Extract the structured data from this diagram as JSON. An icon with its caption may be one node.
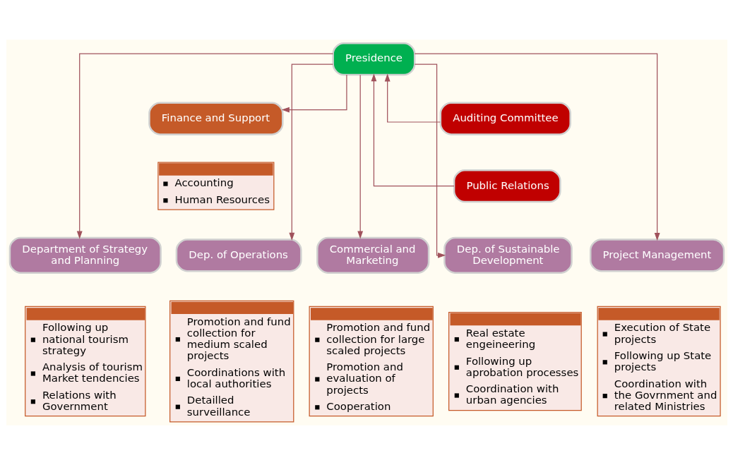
{
  "diagram": {
    "nodes": [
      {
        "text": [
          "Presidence"
        ]
      },
      {
        "text": [
          "Auditing Committee"
        ]
      },
      {
        "text": [
          "Finance and Support"
        ]
      },
      {
        "text": [
          "Public Relations"
        ]
      },
      {
        "text": [
          "Accounting",
          "Human Resources"
        ]
      },
      {
        "text": [
          "Department of Strategy and Planning"
        ]
      },
      {
        "text": [
          "Dep. of Operations"
        ]
      },
      {
        "text": [
          "Dep. of Sustainable Development"
        ]
      },
      {
        "text": [
          "Commercial and Marketing"
        ]
      },
      {
        "text": [
          "Project Management"
        ]
      },
      {
        "text": [
          "Following up national tourism strategy",
          "Analysis of tourism Market tendencies",
          "Relations with Government"
        ]
      },
      {
        "text": [
          "Promotion and fund collection for medium scaled projects",
          "Coordinations with local authorities",
          "Detailled surveillance"
        ]
      },
      {
        "text": [
          "Real estate engeineering",
          "Following up aprobation processes",
          "Coordination with urban agencies"
        ]
      },
      {
        "text": [
          "Promotion and fund collection for large scaled projects",
          "Promotion and evaluation of projects",
          "Cooperation"
        ]
      },
      {
        "text": [
          "Execution of State projects",
          "Following up State projects",
          "Coordination with the Govrnment and related Ministries"
        ]
      }
    ],
    "edges": [
      {
        "from": 1,
        "to": 0,
        "arrow": "to"
      },
      {
        "from": 3,
        "to": 0,
        "arrow": "to"
      },
      {
        "from": 0,
        "to": 2,
        "arrow": "to"
      },
      {
        "from": 0,
        "to": 5,
        "arrow": "to"
      },
      {
        "from": 0,
        "to": 6,
        "arrow": "to"
      },
      {
        "from": 0,
        "to": 7,
        "arrow": "to"
      },
      {
        "from": 0,
        "to": 8,
        "arrow": "to"
      },
      {
        "from": 0,
        "to": 9,
        "arrow": "to"
      }
    ]
  }
}
